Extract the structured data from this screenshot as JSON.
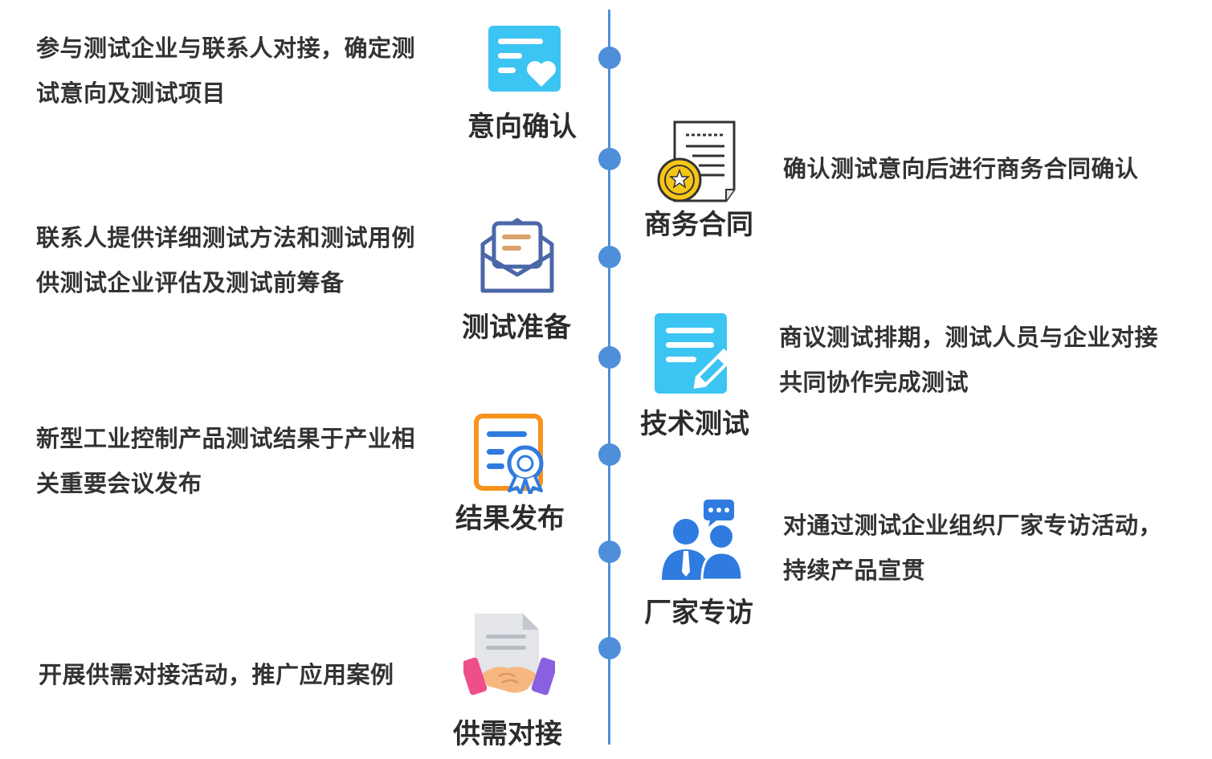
{
  "steps": [
    {
      "label": "意向确认",
      "icon": "document-heart-icon",
      "desc": [
        "参与测试企业与联系人对接，确定测",
        "试意向及测试项目"
      ]
    },
    {
      "label": "商务合同",
      "icon": "contract-seal-icon",
      "desc": [
        "确认测试意向后进行商务合同确认"
      ]
    },
    {
      "label": "测试准备",
      "icon": "envelope-icon",
      "desc": [
        "联系人提供详细测试方法和测试用例",
        "供测试企业评估及测试前筹备"
      ]
    },
    {
      "label": "技术测试",
      "icon": "document-pencil-icon",
      "desc": [
        "商议测试排期，测试人员与企业对接",
        "共同协作完成测试"
      ]
    },
    {
      "label": "结果发布",
      "icon": "certificate-ribbon-icon",
      "desc": [
        "新型工业控制产品测试结果于产业相",
        "关重要会议发布"
      ]
    },
    {
      "label": "厂家专访",
      "icon": "people-chat-icon",
      "desc": [
        "对通过测试企业组织厂家专访活动，",
        "持续产品宣贯"
      ]
    },
    {
      "label": "供需对接",
      "icon": "handshake-icon",
      "desc": [
        "开展供需对接活动，推广应用案例"
      ]
    }
  ],
  "colors": {
    "timeline": "#4f8fd9",
    "icon_cyan": "#3cc4f2",
    "icon_orange": "#f7931e",
    "icon_blue": "#2f7be0",
    "icon_navy": "#4a67a8"
  }
}
